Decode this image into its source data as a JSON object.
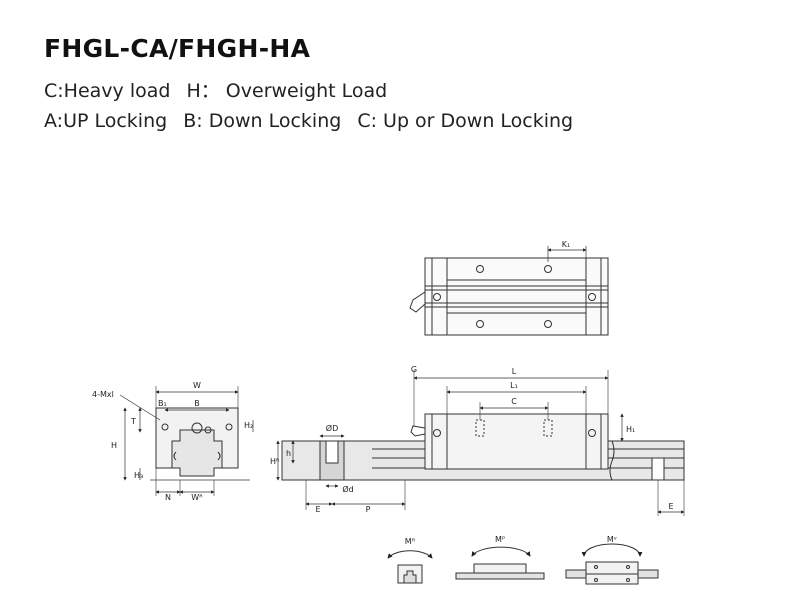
{
  "header": {
    "title": "FHGL-CA/FHGH-HA",
    "line1": [
      "C:Heavy load",
      "H：  Overweight Load"
    ],
    "line2": [
      "A:UP Locking",
      "B: Down Locking",
      "C: Up or Down Locking"
    ]
  },
  "dimensions": {
    "end_view": [
      "4-Mxl",
      "W",
      "B",
      "B₁",
      "T",
      "H",
      "H₂",
      "H₃",
      "N",
      "Wᴿ"
    ],
    "side_view": [
      "G",
      "L",
      "L₁",
      "C",
      "H₁",
      "ØD",
      "h",
      "Hᴿ",
      "Ød",
      "E",
      "P",
      "E"
    ],
    "top_view": [
      "K₁"
    ]
  },
  "moments": [
    "Mᴿ",
    "Mᴾ",
    "Mᵛ"
  ]
}
